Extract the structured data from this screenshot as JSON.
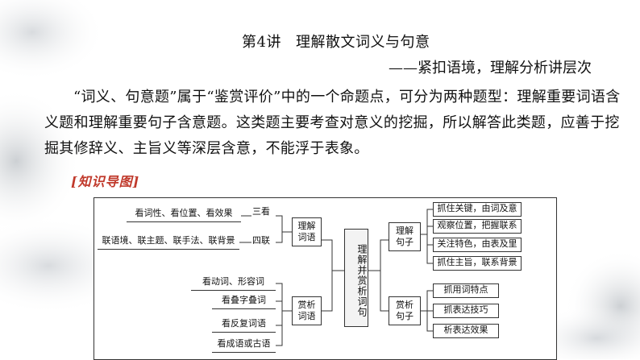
{
  "header": {
    "lecture_no": "第4讲",
    "title": "理解散文词义与句意",
    "subtitle": "——紧扣语境，理解分析讲层次"
  },
  "intro": "“词义、句意题”属于“鉴赏评价”中的一个命题点，可分为两种题型：理解重要词语含义题和理解重要句子含意题。这类题主要考查对意义的挖掘，所以解答此类题，应善于挖掘其修辞义、主旨义等深层含意，不能浮于表象。",
  "section_tag": "[知识导图]",
  "mindmap": {
    "root": "理解并赏析词句",
    "left_top": {
      "node": "理解词语",
      "branches": [
        {
          "label": "三看",
          "leaf": "看词性、看位置、看效果"
        },
        {
          "label": "四联",
          "leaf": "联语境、联主题、联手法、联背景"
        }
      ]
    },
    "left_bottom": {
      "node": "赏析词语",
      "leaves": [
        "看动词、形容词",
        "看叠字叠词",
        "看反复词语",
        "看成语或古语"
      ]
    },
    "right_top": {
      "node": "理解句子",
      "leaves": [
        "抓住关键，由词及意",
        "观察位置，把握联系",
        "关注特色，由表及里",
        "抓住主旨，联系背景"
      ]
    },
    "right_bottom": {
      "node": "赏析句子",
      "leaves": [
        "抓用词特点",
        "抓表达技巧",
        "析表达效果"
      ]
    }
  }
}
